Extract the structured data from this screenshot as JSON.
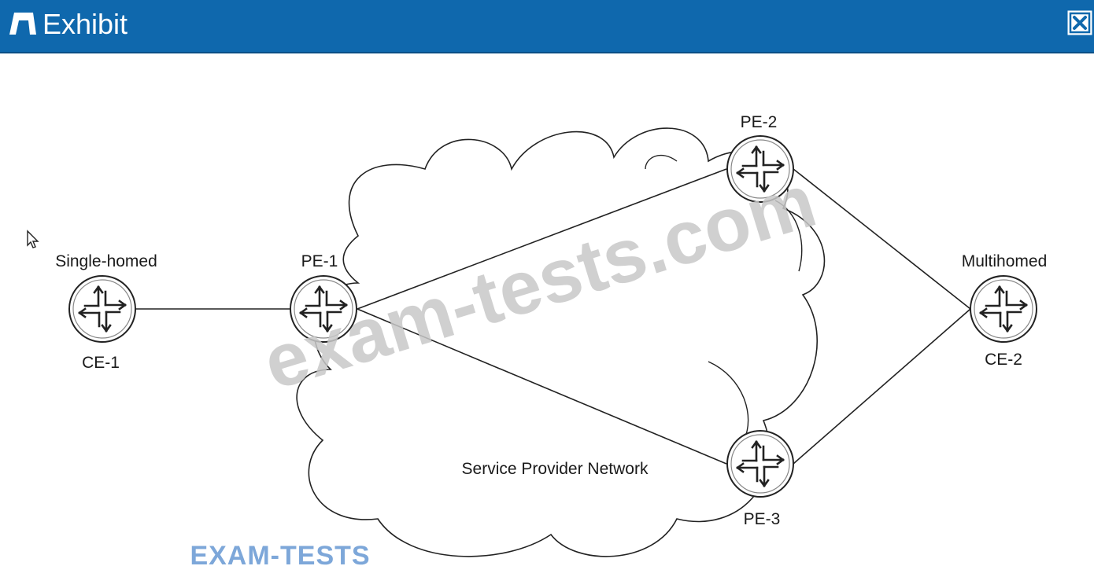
{
  "window": {
    "title": "Exhibit",
    "icon": "exhibit-icon",
    "close_icon": "close-icon"
  },
  "diagram": {
    "cloud_label": "Service Provider Network",
    "routers": {
      "ce1": {
        "name": "CE-1",
        "caption": "Single-homed"
      },
      "pe1": {
        "name": "PE-1"
      },
      "pe2": {
        "name": "PE-2"
      },
      "pe3": {
        "name": "PE-3"
      },
      "ce2": {
        "name": "CE-2",
        "caption": "Multihomed"
      }
    },
    "links": [
      [
        "ce1",
        "pe1"
      ],
      [
        "pe1",
        "pe2"
      ],
      [
        "pe1",
        "pe3"
      ],
      [
        "pe2",
        "ce2"
      ],
      [
        "pe3",
        "ce2"
      ]
    ]
  },
  "watermarks": {
    "main": "exam-tests.com",
    "logo": "EXAM-TESTS"
  },
  "colors": {
    "titlebar": "#0f68ad",
    "watermark": "#c8c8c8",
    "logo": "#7da7d9"
  }
}
